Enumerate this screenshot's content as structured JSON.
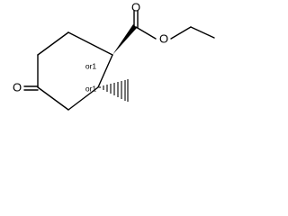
{
  "molecule": {
    "atoms": {
      "ester_carbonyl_o": "O",
      "ester_ether_o": "O",
      "ketone_o": "O"
    },
    "stereo_descriptors": {
      "c1": "or1",
      "c2": "or1"
    }
  },
  "colors": {
    "ink": "#000000",
    "background": "#ffffff"
  }
}
